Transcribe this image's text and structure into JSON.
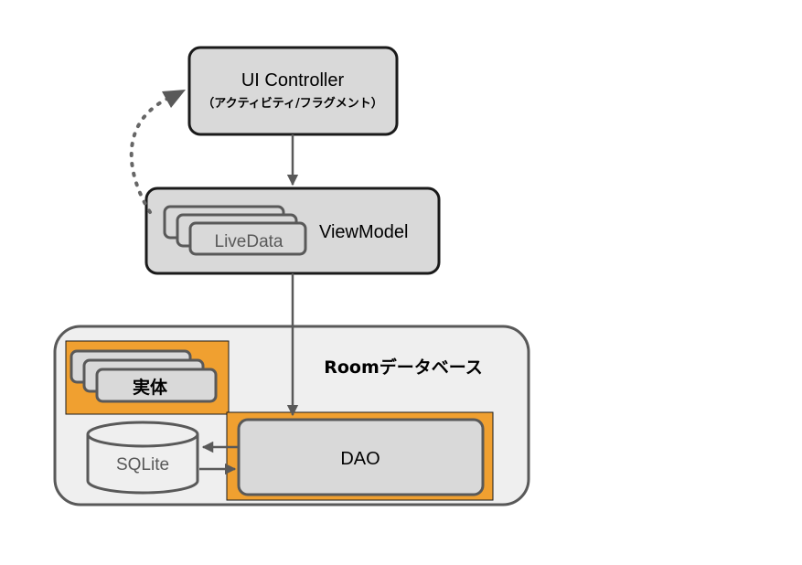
{
  "ui_controller": {
    "title": "UI Controller",
    "subtitle": "（アクティビティ/フラグメント）"
  },
  "viewmodel": {
    "label": "ViewModel",
    "livedata_label": "LiveData"
  },
  "room": {
    "label": "Roomデータベース",
    "entity_label": "実体",
    "sqlite_label": "SQLite",
    "dao_label": "DAO"
  },
  "colors": {
    "box_fill": "#d9d9d9",
    "box_stroke": "#1a1a1a",
    "room_fill": "#efefef",
    "room_stroke": "#595959",
    "accent_orange": "#f0a030",
    "arrow": "#595959",
    "dotted_arrow": "#666666"
  }
}
